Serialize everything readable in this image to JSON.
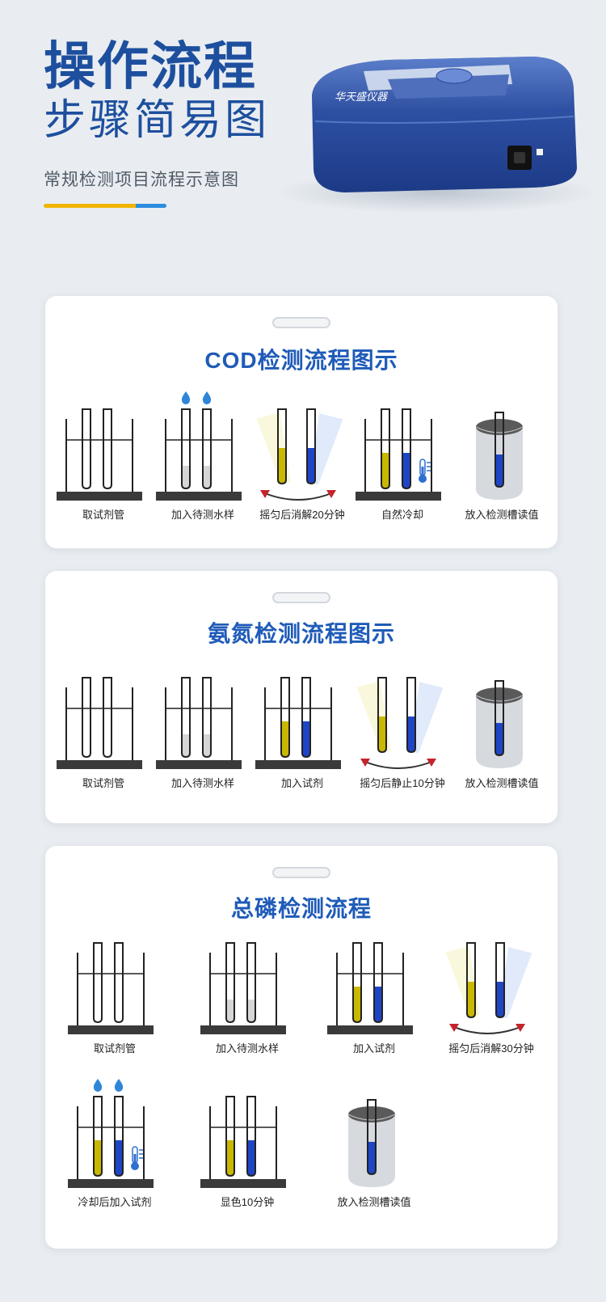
{
  "header": {
    "title_line1": "操作流程",
    "title_line2": "步骤简易图",
    "subtitle": "常规检测项目流程示意图",
    "device_logo": "华天盛仪器",
    "accent_colors": {
      "yellow": "#f0b400",
      "blue": "#2b8de0",
      "brand": "#1d4f9e"
    }
  },
  "sections": [
    {
      "title": "COD检测流程图示",
      "steps": [
        "取试剂管",
        "加入待测水样",
        "摇匀后消解20分钟",
        "自然冷却",
        "放入检测槽读值"
      ]
    },
    {
      "title": "氨氮检测流程图示",
      "steps": [
        "取试剂管",
        "加入待测水样",
        "加入试剂",
        "摇匀后静止10分钟",
        "放入检测槽读值"
      ]
    },
    {
      "title": "总磷检测流程",
      "steps": [
        "取试剂管",
        "加入待测水样",
        "加入试剂",
        "摇匀后消解30分钟",
        "冷却后加入试剂",
        "显色10分钟",
        "放入检测槽读值"
      ]
    }
  ],
  "icons": {
    "rack": "test-tube-rack-icon",
    "drops": "water-drop-icon",
    "shake": "shake-arrow-icon",
    "cool": "thermometer-icon",
    "reader": "detection-slot-icon"
  },
  "liquid_colors": {
    "yellow": "#c9b800",
    "blue": "#1f45c7",
    "clear": "#d6d6d6"
  }
}
